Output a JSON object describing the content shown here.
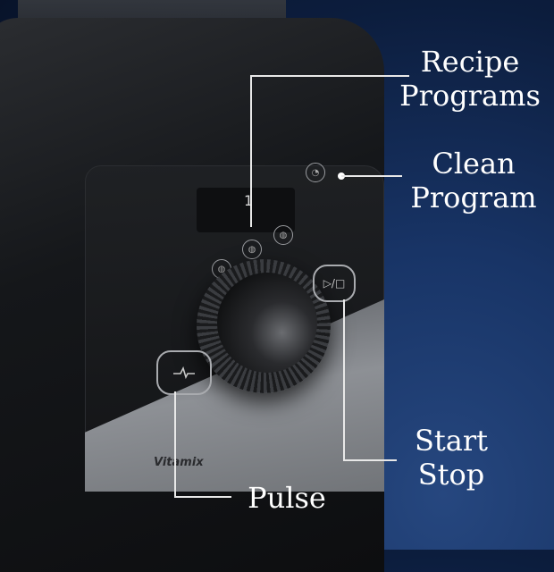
{
  "labels": {
    "recipe": [
      "Recipe",
      "Programs"
    ],
    "clean": [
      "Clean",
      "Program"
    ],
    "start_stop": [
      "Start",
      "Stop"
    ],
    "pulse": "Pulse"
  },
  "device": {
    "display_value": "1",
    "brand": "Vitamix",
    "start_stop_icon": "▷/□",
    "pulse_icon": "pulse-wave-icon"
  }
}
